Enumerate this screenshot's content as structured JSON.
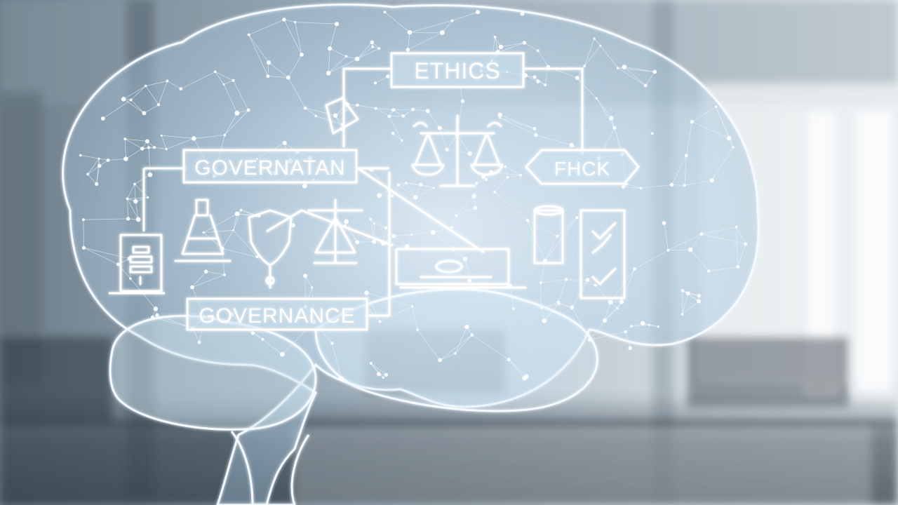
{
  "image": {
    "type": "photo-illustration",
    "palette": {
      "background_dark": "#4f5e6a",
      "background_light": "#dfe6ea",
      "hologram": "#eaf6ff",
      "hologram_glow": "#bfe3ff"
    }
  },
  "labels": {
    "ethics": "ETHICS",
    "governatan": "GOVERNATAN",
    "fhck": "FHCK",
    "governance": "GOVERNANCE"
  },
  "icons": [
    "scales-of-justice-icon",
    "shield-icon",
    "lab-flask-icon",
    "document-icon",
    "server-device-icon",
    "checklist-icon"
  ]
}
